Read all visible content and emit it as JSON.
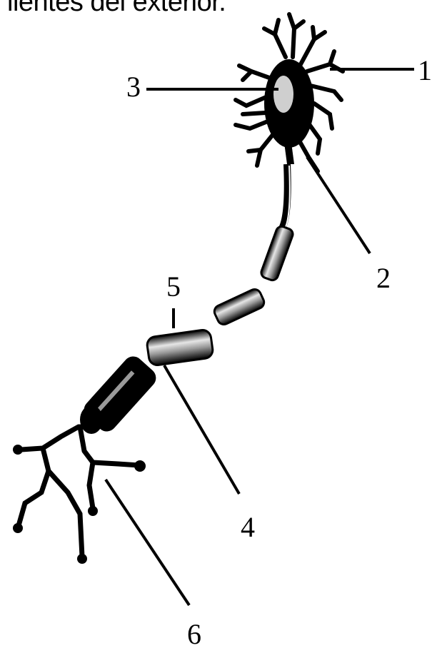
{
  "heading_fragment": "lientes del exterior.",
  "labels": {
    "n1": "1",
    "n2": "2",
    "n3": "3",
    "n4": "4",
    "n5": "5",
    "n6": "6"
  },
  "colors": {
    "ink": "#000000",
    "nucleus": "#cfcfcf",
    "myelin_highlight": "#bdbdbd"
  }
}
